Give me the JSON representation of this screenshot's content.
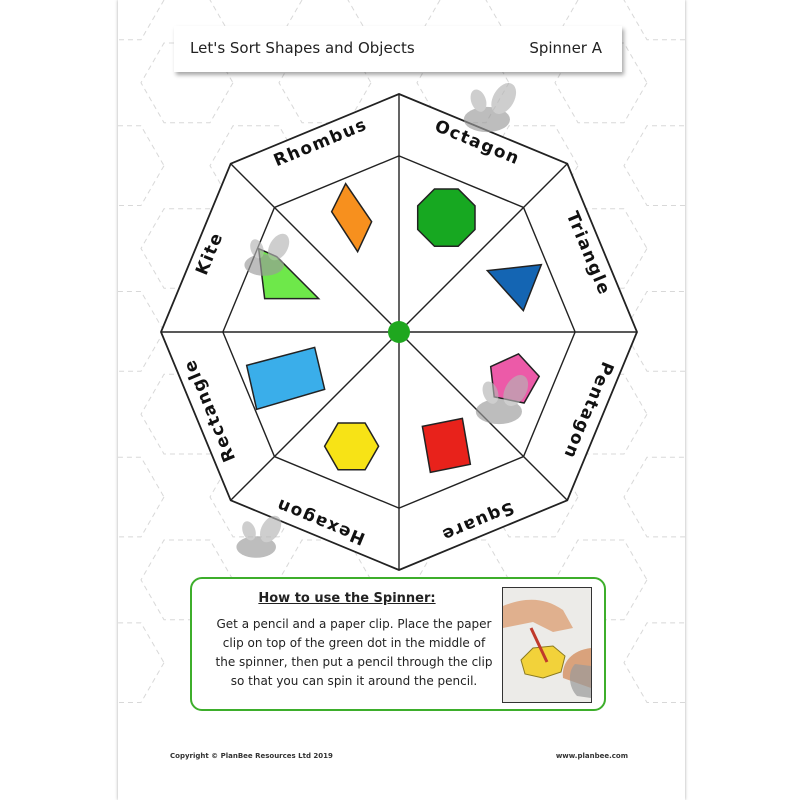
{
  "header": {
    "title": "Let's Sort Shapes and Objects",
    "code": "Spinner A"
  },
  "spinner": {
    "sections": [
      {
        "label": "Octagon",
        "shape": "octagon",
        "color": "#17a821"
      },
      {
        "label": "Triangle",
        "shape": "triangle",
        "color": "#1465b3"
      },
      {
        "label": "Pentagon",
        "shape": "pentagon",
        "color": "#ec5aa8"
      },
      {
        "label": "Square",
        "shape": "square",
        "color": "#e8221b"
      },
      {
        "label": "Hexagon",
        "shape": "hexagon",
        "color": "#f7e316"
      },
      {
        "label": "Rectangle",
        "shape": "rectangle",
        "color": "#3aaeea"
      },
      {
        "label": "Kite",
        "shape": "kite",
        "color": "#6ee84a"
      },
      {
        "label": "Rhombus",
        "shape": "rhombus",
        "color": "#f7901e"
      }
    ],
    "center_dot_color": "#1fa71f"
  },
  "howto": {
    "heading": "How to use the Spinner:",
    "body": "Get a pencil and a paper clip. Place the paper clip on top of the green dot in the middle of the spinner, then put a pencil through the clip so that you can spin it around the pencil."
  },
  "footer": {
    "copyright": "Copyright © PlanBee Resources Ltd 2019",
    "website": "www.planbee.com"
  },
  "colors": {
    "border_green": "#3dae2b",
    "bee_watermark": "#9a9a9a"
  }
}
